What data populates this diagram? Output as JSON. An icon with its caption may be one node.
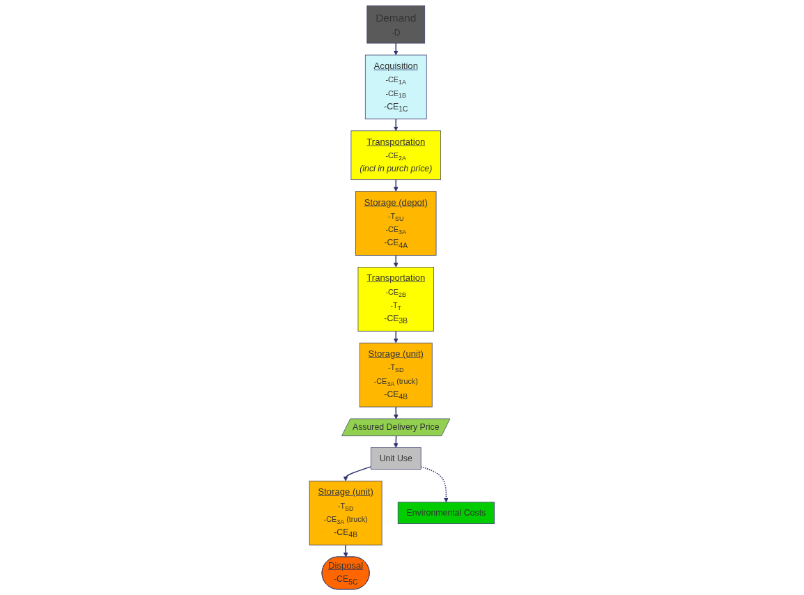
{
  "diagram": {
    "nodes": [
      {
        "text": [
          "Demand",
          "-D"
        ]
      },
      {
        "text": [
          "Acquisition",
          "-CE$_{1A}$",
          "-CE$_{1B}$",
          "-CE$_{1C}$"
        ]
      },
      {
        "text": [
          "Transportation",
          "-CE$_{2A}$",
          "(incl in purch price)"
        ]
      },
      {
        "text": [
          "Storage (depot)",
          "-T$_{SU}$",
          "-CE$_{3A}$",
          "-CE$_{4A}$"
        ]
      },
      {
        "text": [
          "Transportation",
          "-CE$_{2B}$",
          "-T$_{T}$",
          "-CE$_{3B}$"
        ]
      },
      {
        "text": [
          "Storage (unit)",
          "-T$_{SD}$",
          "-CE$_{3A}$ (truck)",
          "-CE$_{4B}$"
        ]
      },
      {
        "text": [
          "Assured Delivery Price"
        ]
      },
      {
        "text": [
          "Unit Use"
        ]
      },
      {
        "text": [
          "Storage (unit)",
          "-T$_{SD}$",
          "-CE$_{3A}$ (truck)",
          "-CE$_{4B}$"
        ]
      },
      {
        "text": [
          "Disposal",
          "-CE$_{5C}$"
        ]
      },
      {
        "text": [
          "Environmental Costs"
        ]
      }
    ],
    "edges": [
      {
        "from": 0,
        "to": 1,
        "arrow": "to"
      },
      {
        "from": 1,
        "to": 2,
        "arrow": "to"
      },
      {
        "from": 2,
        "to": 3,
        "arrow": "to"
      },
      {
        "from": 3,
        "to": 4,
        "arrow": "to"
      },
      {
        "from": 4,
        "to": 5,
        "arrow": "to"
      },
      {
        "from": 5,
        "to": 6,
        "arrow": "to"
      },
      {
        "from": 6,
        "to": 7,
        "arrow": "to"
      },
      {
        "from": 7,
        "to": 8,
        "arrow": "to"
      },
      {
        "from": 8,
        "to": 9,
        "arrow": "to"
      },
      {
        "from": 7,
        "to": 10,
        "arrow": "to",
        "style": "dashed"
      }
    ]
  }
}
